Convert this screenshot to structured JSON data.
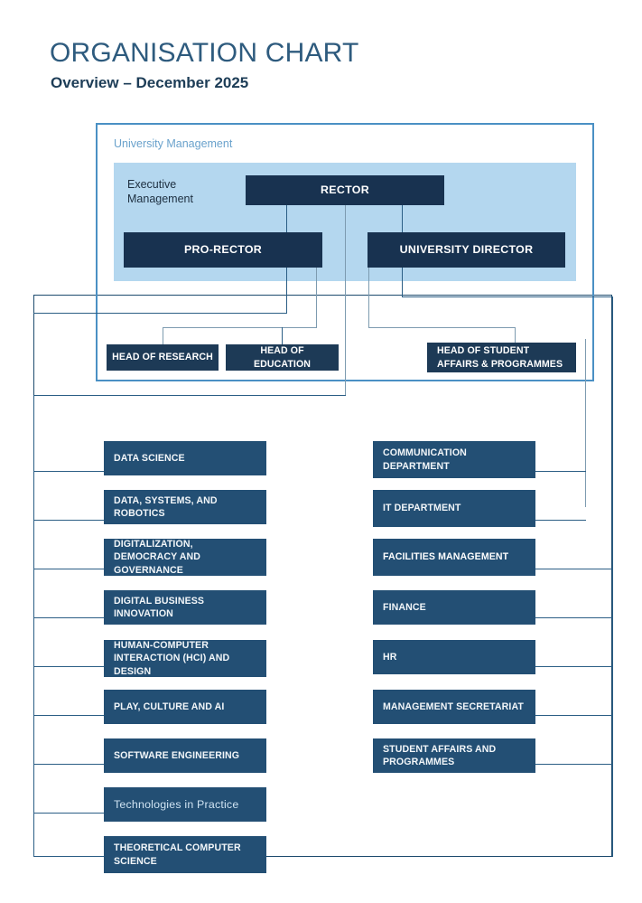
{
  "header": {
    "title": "ORGANISATION CHART",
    "subtitle": "Overview – December 2025"
  },
  "management_panel": {
    "label": "University Management",
    "executive_label": "Executive\nManagement",
    "executive_label_line1": "Executive",
    "executive_label_line2": "Management"
  },
  "colors": {
    "panel_border": "#4a90c4",
    "panel_fill": "#b4d7ef",
    "box_dark": "#1d3a56",
    "box_dept": "#234f74",
    "connector": "#2b5e85",
    "title": "#2e5b7e",
    "subtitle": "#1d3d57"
  },
  "executive": {
    "rector": "RECTOR",
    "pro_rector": "PRO-RECTOR",
    "university_director": "UNIVERSITY DIRECTOR"
  },
  "heads": [
    {
      "label": "HEAD OF RESEARCH"
    },
    {
      "label": "HEAD OF EDUCATION"
    },
    {
      "label": "HEAD OF STUDENT AFFAIRS & PROGRAMMES"
    }
  ],
  "departments_left": [
    {
      "label": "DATA SCIENCE",
      "style": "normal"
    },
    {
      "label": "DATA, SYSTEMS, AND ROBOTICS",
      "style": "normal"
    },
    {
      "label": "DIGITALIZATION, DEMOCRACY AND GOVERNANCE",
      "style": "normal"
    },
    {
      "label": "DIGITAL BUSINESS INNOVATION",
      "style": "normal"
    },
    {
      "label": "HUMAN-COMPUTER INTERACTION (HCI) AND DESIGN",
      "style": "normal"
    },
    {
      "label": "PLAY, CULTURE AND AI",
      "style": "normal"
    },
    {
      "label": "SOFTWARE ENGINEERING",
      "style": "normal"
    },
    {
      "label": "Technologies in Practice",
      "style": "soft"
    },
    {
      "label": "THEORETICAL COMPUTER SCIENCE",
      "style": "normal"
    }
  ],
  "departments_right": [
    {
      "label": "COMMUNICATION DEPARTMENT",
      "style": "normal"
    },
    {
      "label": "IT DEPARTMENT",
      "style": "normal"
    },
    {
      "label": "FACILITIES MANAGEMENT",
      "style": "bright"
    },
    {
      "label": "FINANCE",
      "style": "normal"
    },
    {
      "label": "HR",
      "style": "normal"
    },
    {
      "label": "MANAGEMENT SECRETARIAT",
      "style": "normal"
    },
    {
      "label": "STUDENT AFFAIRS AND PROGRAMMES",
      "style": "normal"
    }
  ]
}
